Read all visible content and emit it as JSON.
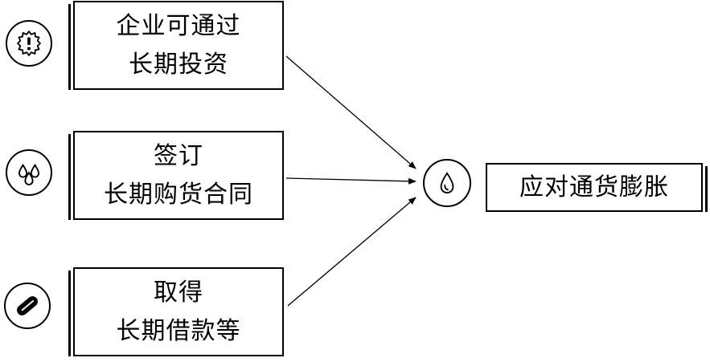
{
  "sources": [
    {
      "line1": "企业可通过",
      "line2": "长期投资",
      "icon": "badge-alert-icon"
    },
    {
      "line1": "签订",
      "line2": "长期购货合同",
      "icon": "droplets-icon"
    },
    {
      "line1": "取得",
      "line2": "长期借款等",
      "icon": "paperclip-icon"
    }
  ],
  "target": {
    "label": "应对通货膨胀",
    "icon": "drop-icon"
  },
  "colors": {
    "stroke": "#000000",
    "background": "#ffffff"
  }
}
